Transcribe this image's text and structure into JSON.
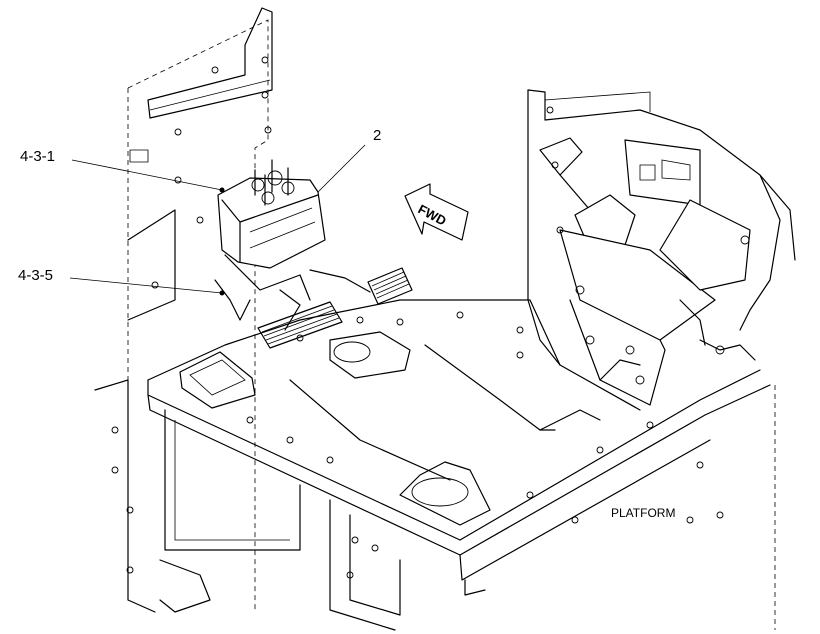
{
  "callouts": {
    "c1": "4-3-1",
    "c2": "2",
    "c3": "4-3-5"
  },
  "labels": {
    "fwd": "FWD",
    "platform": "PLATFORM"
  },
  "colors": {
    "ink": "#000000",
    "background": "#ffffff"
  }
}
